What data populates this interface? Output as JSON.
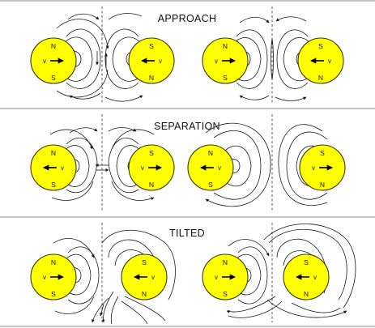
{
  "sections": [
    {
      "title": "APPROACH",
      "panels": [
        {
          "dashed_axis": true,
          "bodies": [
            {
              "top": "N",
              "bottom": "S",
              "velocity_label": "v",
              "moving": "right"
            },
            {
              "top": "S",
              "bottom": "N",
              "velocity_label": "v",
              "moving": "left"
            }
          ]
        },
        {
          "dashed_axis": true,
          "bodies": [
            {
              "top": "N",
              "bottom": "S",
              "velocity_label": "v",
              "moving": "right"
            },
            {
              "top": "S",
              "bottom": "N",
              "velocity_label": "v",
              "moving": "left"
            }
          ]
        }
      ]
    },
    {
      "title": "SEPARATION",
      "panels": [
        {
          "dashed_axis": true,
          "bodies": [
            {
              "top": "N",
              "bottom": "S",
              "velocity_label": "v",
              "moving": "left"
            },
            {
              "top": "S",
              "bottom": "N",
              "velocity_label": "v",
              "moving": "right"
            }
          ]
        },
        {
          "dashed_axis": true,
          "bodies": [
            {
              "top": "N",
              "bottom": "S",
              "velocity_label": "v",
              "moving": "left"
            },
            {
              "top": "S",
              "bottom": "N",
              "velocity_label": "v",
              "moving": "right"
            }
          ]
        }
      ]
    },
    {
      "title": "TILTED",
      "panels": [
        {
          "dashed_axis": true,
          "bodies": [
            {
              "top": "N",
              "bottom": "S",
              "velocity_label": "v",
              "moving": "right"
            },
            {
              "top": "S",
              "bottom": "N",
              "velocity_label": "v",
              "moving": "left"
            }
          ]
        },
        {
          "dashed_axis": true,
          "bodies": [
            {
              "top": "N",
              "bottom": "S",
              "velocity_label": "v",
              "moving": "right"
            },
            {
              "top": "S",
              "bottom": "N",
              "velocity_label": "v",
              "moving": "left"
            }
          ]
        }
      ]
    }
  ],
  "colors": {
    "body_fill": "#ffff00",
    "line": "#1a1a1a",
    "divider": "#888888"
  }
}
